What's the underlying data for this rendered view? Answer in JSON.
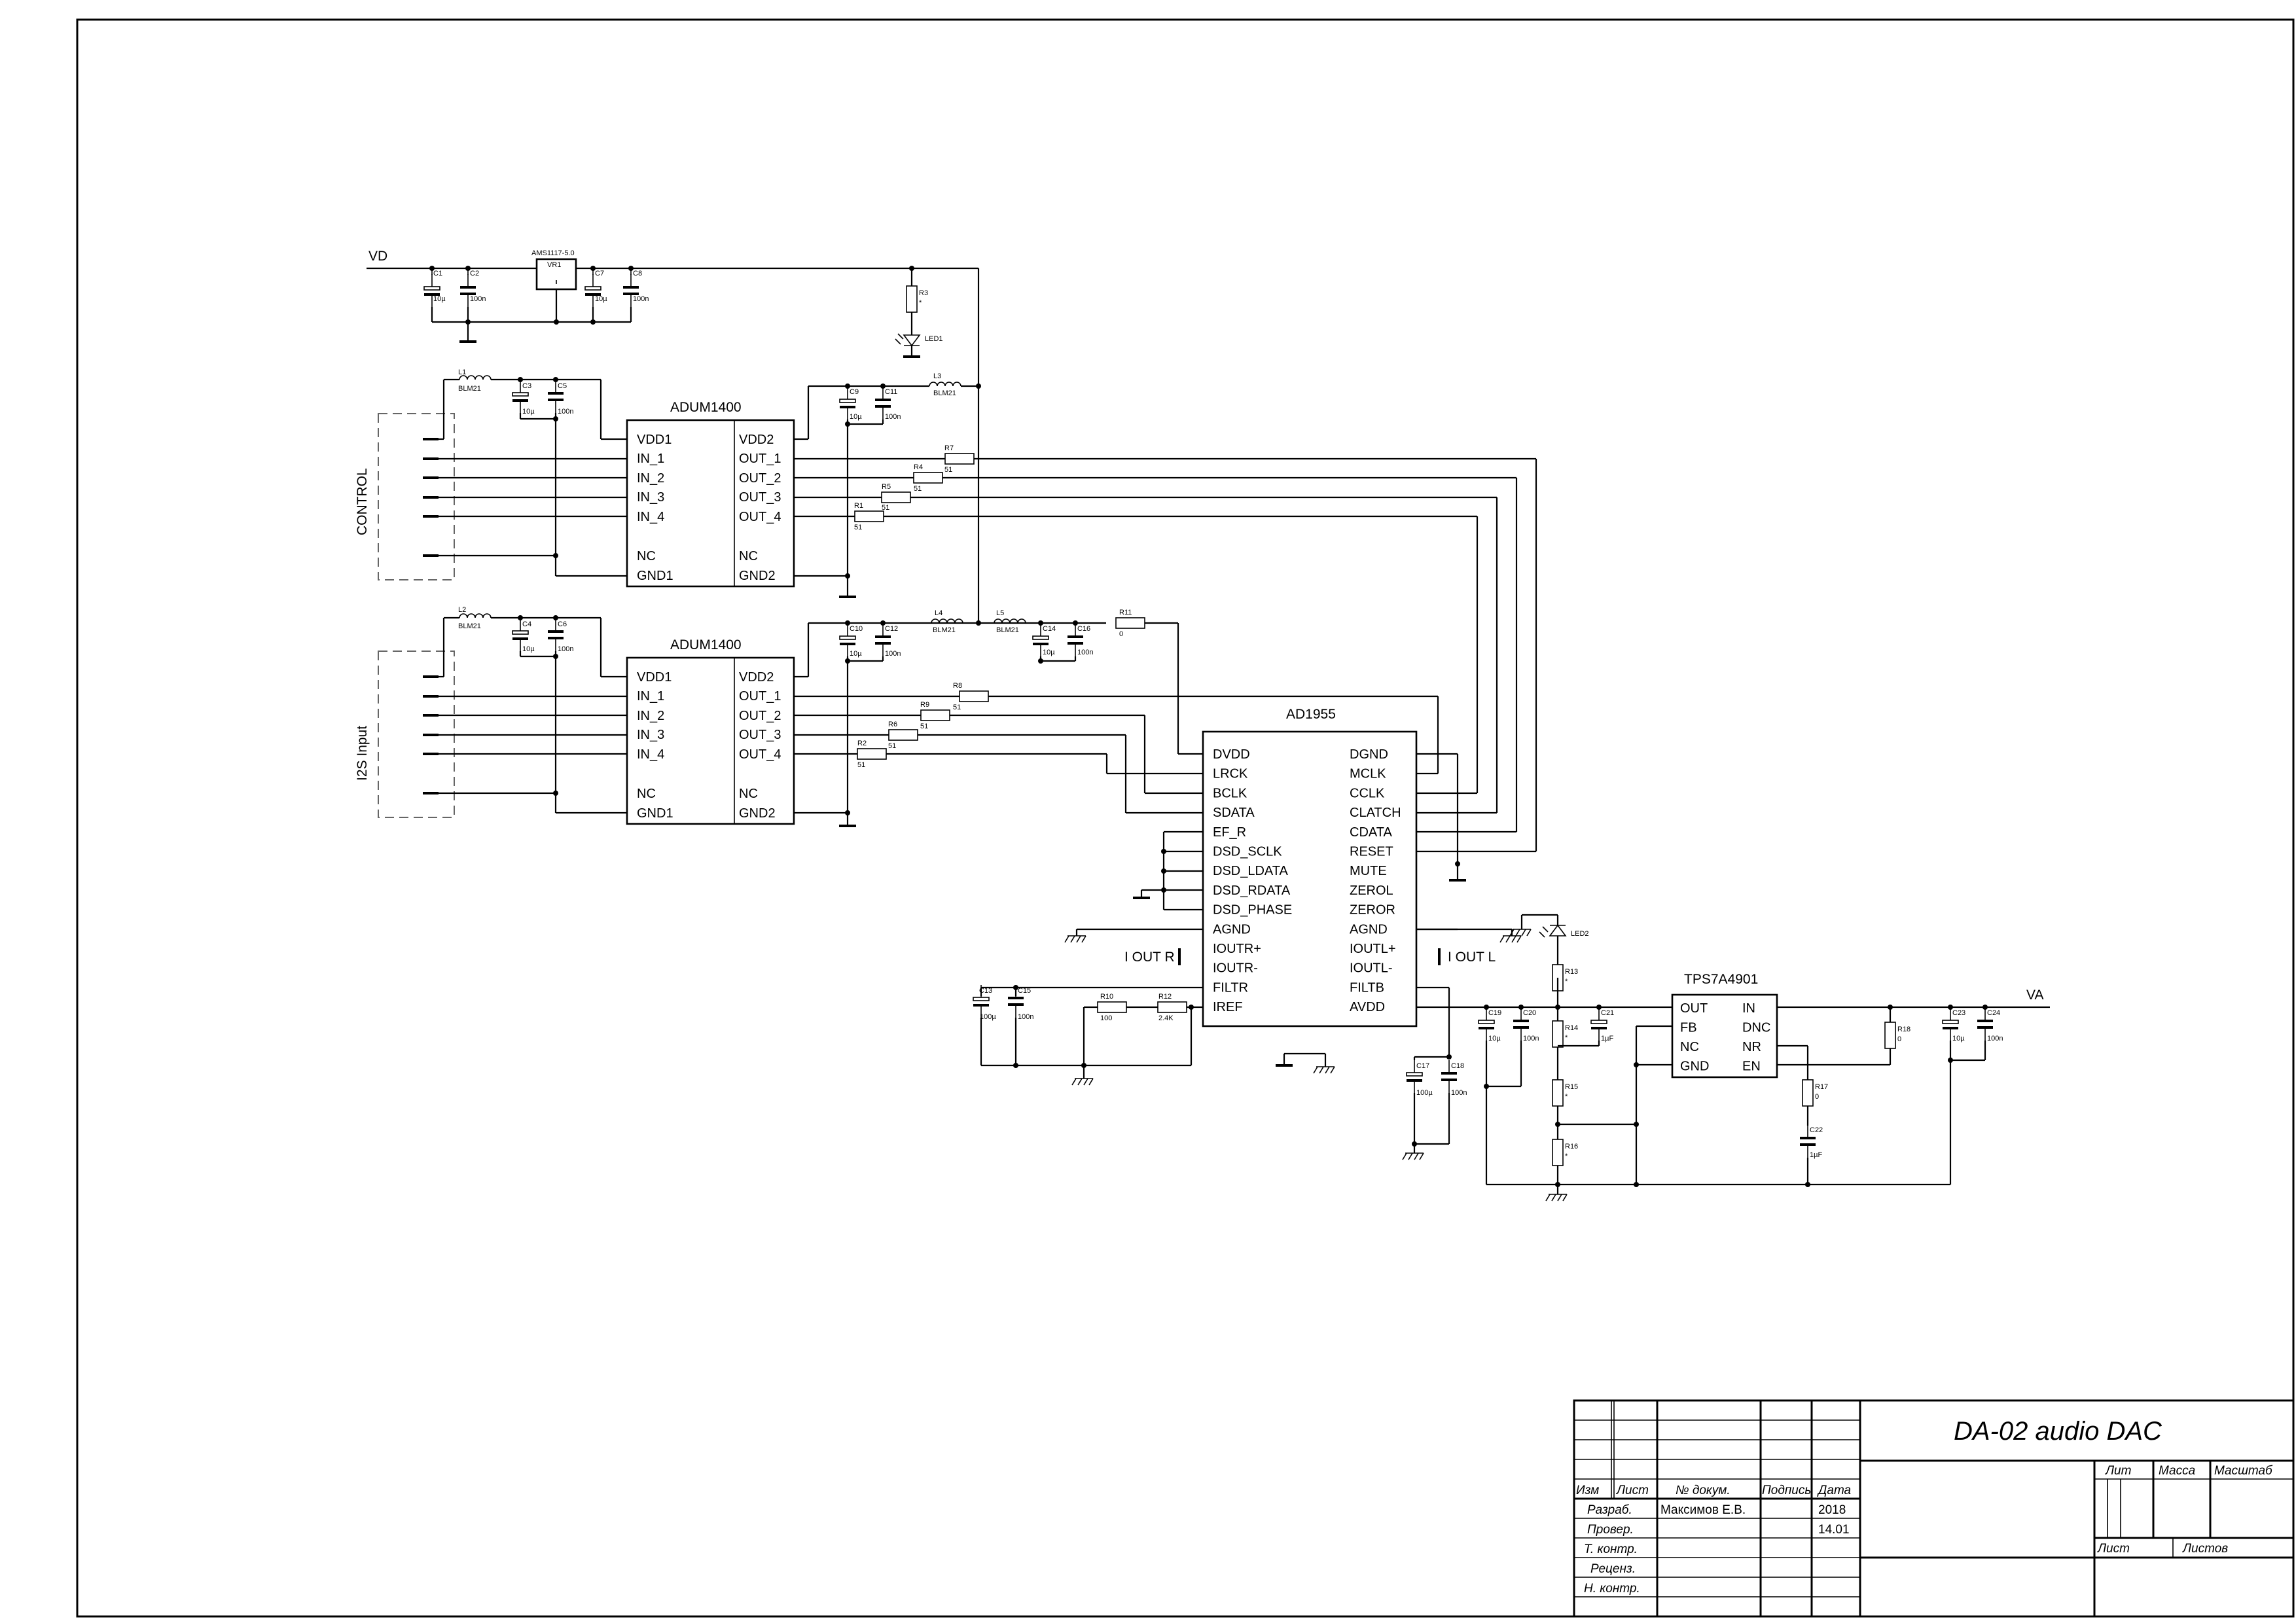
{
  "nets": {
    "vd": "VD",
    "va": "VA",
    "iout_r": "I OUT R",
    "iout_l": "I OUT L"
  },
  "connectors": {
    "control": "CONTROL",
    "i2s": "I2S Input"
  },
  "regulator": {
    "part": "AMS1117-5.0",
    "ref": "VR1"
  },
  "iso1": {
    "title": "ADUM1400",
    "left": [
      "VDD1",
      "IN_1",
      "IN_2",
      "IN_3",
      "IN_4",
      "NC",
      "GND1"
    ],
    "right": [
      "VDD2",
      "OUT_1",
      "OUT_2",
      "OUT_3",
      "OUT_4",
      "NC",
      "GND2"
    ]
  },
  "iso2": {
    "title": "ADUM1400",
    "left": [
      "VDD1",
      "IN_1",
      "IN_2",
      "IN_3",
      "IN_4",
      "NC",
      "GND1"
    ],
    "right": [
      "VDD2",
      "OUT_1",
      "OUT_2",
      "OUT_3",
      "OUT_4",
      "NC",
      "GND2"
    ]
  },
  "dac": {
    "title": "AD1955",
    "left": [
      "DVDD",
      "LRCK",
      "BCLK",
      "SDATA",
      "EF_R",
      "DSD_SCLK",
      "DSD_LDATA",
      "DSD_RDATA",
      "DSD_PHASE",
      "AGND",
      "IOUTR+",
      "IOUTR-",
      "FILTR",
      "IREF"
    ],
    "right": [
      "DGND",
      "MCLK",
      "CCLK",
      "CLATCH",
      "CDATA",
      "RESET",
      "MUTE",
      "ZEROL",
      "ZEROR",
      "AGND",
      "IOUTL+",
      "IOUTL-",
      "FILTB",
      "AVDD"
    ]
  },
  "ldo": {
    "title": "TPS7A4901",
    "left": [
      "OUT",
      "FB",
      "NC",
      "GND"
    ],
    "right": [
      "IN",
      "DNC",
      "NR",
      "EN"
    ]
  },
  "parts": {
    "c1": [
      "C1",
      "10µ"
    ],
    "c2": [
      "C2",
      "100n"
    ],
    "c7": [
      "C7",
      "10µ"
    ],
    "c8": [
      "C8",
      "100n"
    ],
    "r3": [
      "R3",
      "*"
    ],
    "led1": "LED1",
    "l1": [
      "L1",
      "BLM21"
    ],
    "c3": [
      "C3",
      "10µ"
    ],
    "c5": [
      "C5",
      "100n"
    ],
    "c9": [
      "C9",
      "10µ"
    ],
    "c11": [
      "C11",
      "100n"
    ],
    "l3": [
      "L3",
      "BLM21"
    ],
    "r7": [
      "R7",
      "51"
    ],
    "r4": [
      "R4",
      "51"
    ],
    "r5": [
      "R5",
      "51"
    ],
    "r1": [
      "R1",
      "51"
    ],
    "l2": [
      "L2",
      "BLM21"
    ],
    "c4": [
      "C4",
      "10µ"
    ],
    "c6": [
      "C6",
      "100n"
    ],
    "c10": [
      "C10",
      "10µ"
    ],
    "c12": [
      "C12",
      "100n"
    ],
    "l4": [
      "L4",
      "BLM21"
    ],
    "l5": [
      "L5",
      "BLM21"
    ],
    "c14": [
      "C14",
      "10µ"
    ],
    "c16": [
      "C16",
      "100n"
    ],
    "r11": [
      "R11",
      "0"
    ],
    "r8": [
      "R8",
      "51"
    ],
    "r9": [
      "R9",
      "51"
    ],
    "r6": [
      "R6",
      "51"
    ],
    "r2": [
      "R2",
      "51"
    ],
    "c13": [
      "C13",
      "100µ"
    ],
    "c15": [
      "C15",
      "100n"
    ],
    "r10": [
      "R10",
      "100"
    ],
    "r12": [
      "R12",
      "2.4K"
    ],
    "c17": [
      "C17",
      "100µ"
    ],
    "c18": [
      "C18",
      "100n"
    ],
    "c19": [
      "C19",
      "10µ"
    ],
    "c20": [
      "C20",
      "100n"
    ],
    "c21": [
      "C21",
      "1µF"
    ],
    "led2": "LED2",
    "r13": [
      "R13",
      "*"
    ],
    "r14": [
      "R14",
      "*"
    ],
    "r15": [
      "R15",
      "*"
    ],
    "r16": [
      "R16",
      "*"
    ],
    "r18": [
      "R18",
      "0"
    ],
    "r17": [
      "R17",
      "0"
    ],
    "c22": [
      "C22",
      "1µF"
    ],
    "c23": [
      "C23",
      "10µ"
    ],
    "c24": [
      "C24",
      "100n"
    ]
  },
  "title_block": {
    "title": "DA-02 audio DAC",
    "headers": [
      "Изм",
      "Лист",
      "№ докум.",
      "Подпись",
      "Дата"
    ],
    "rows": [
      "Разраб.",
      "Провер.",
      "Т. контр.",
      "Реценз.",
      "Н. контр."
    ],
    "developer": "Максимов Е.В.",
    "date1": "2018",
    "date2": "14.01",
    "lit": "Лит",
    "mass": "Масса",
    "scale": "Масштаб",
    "sheet": "Лист",
    "sheets": "Листов"
  }
}
